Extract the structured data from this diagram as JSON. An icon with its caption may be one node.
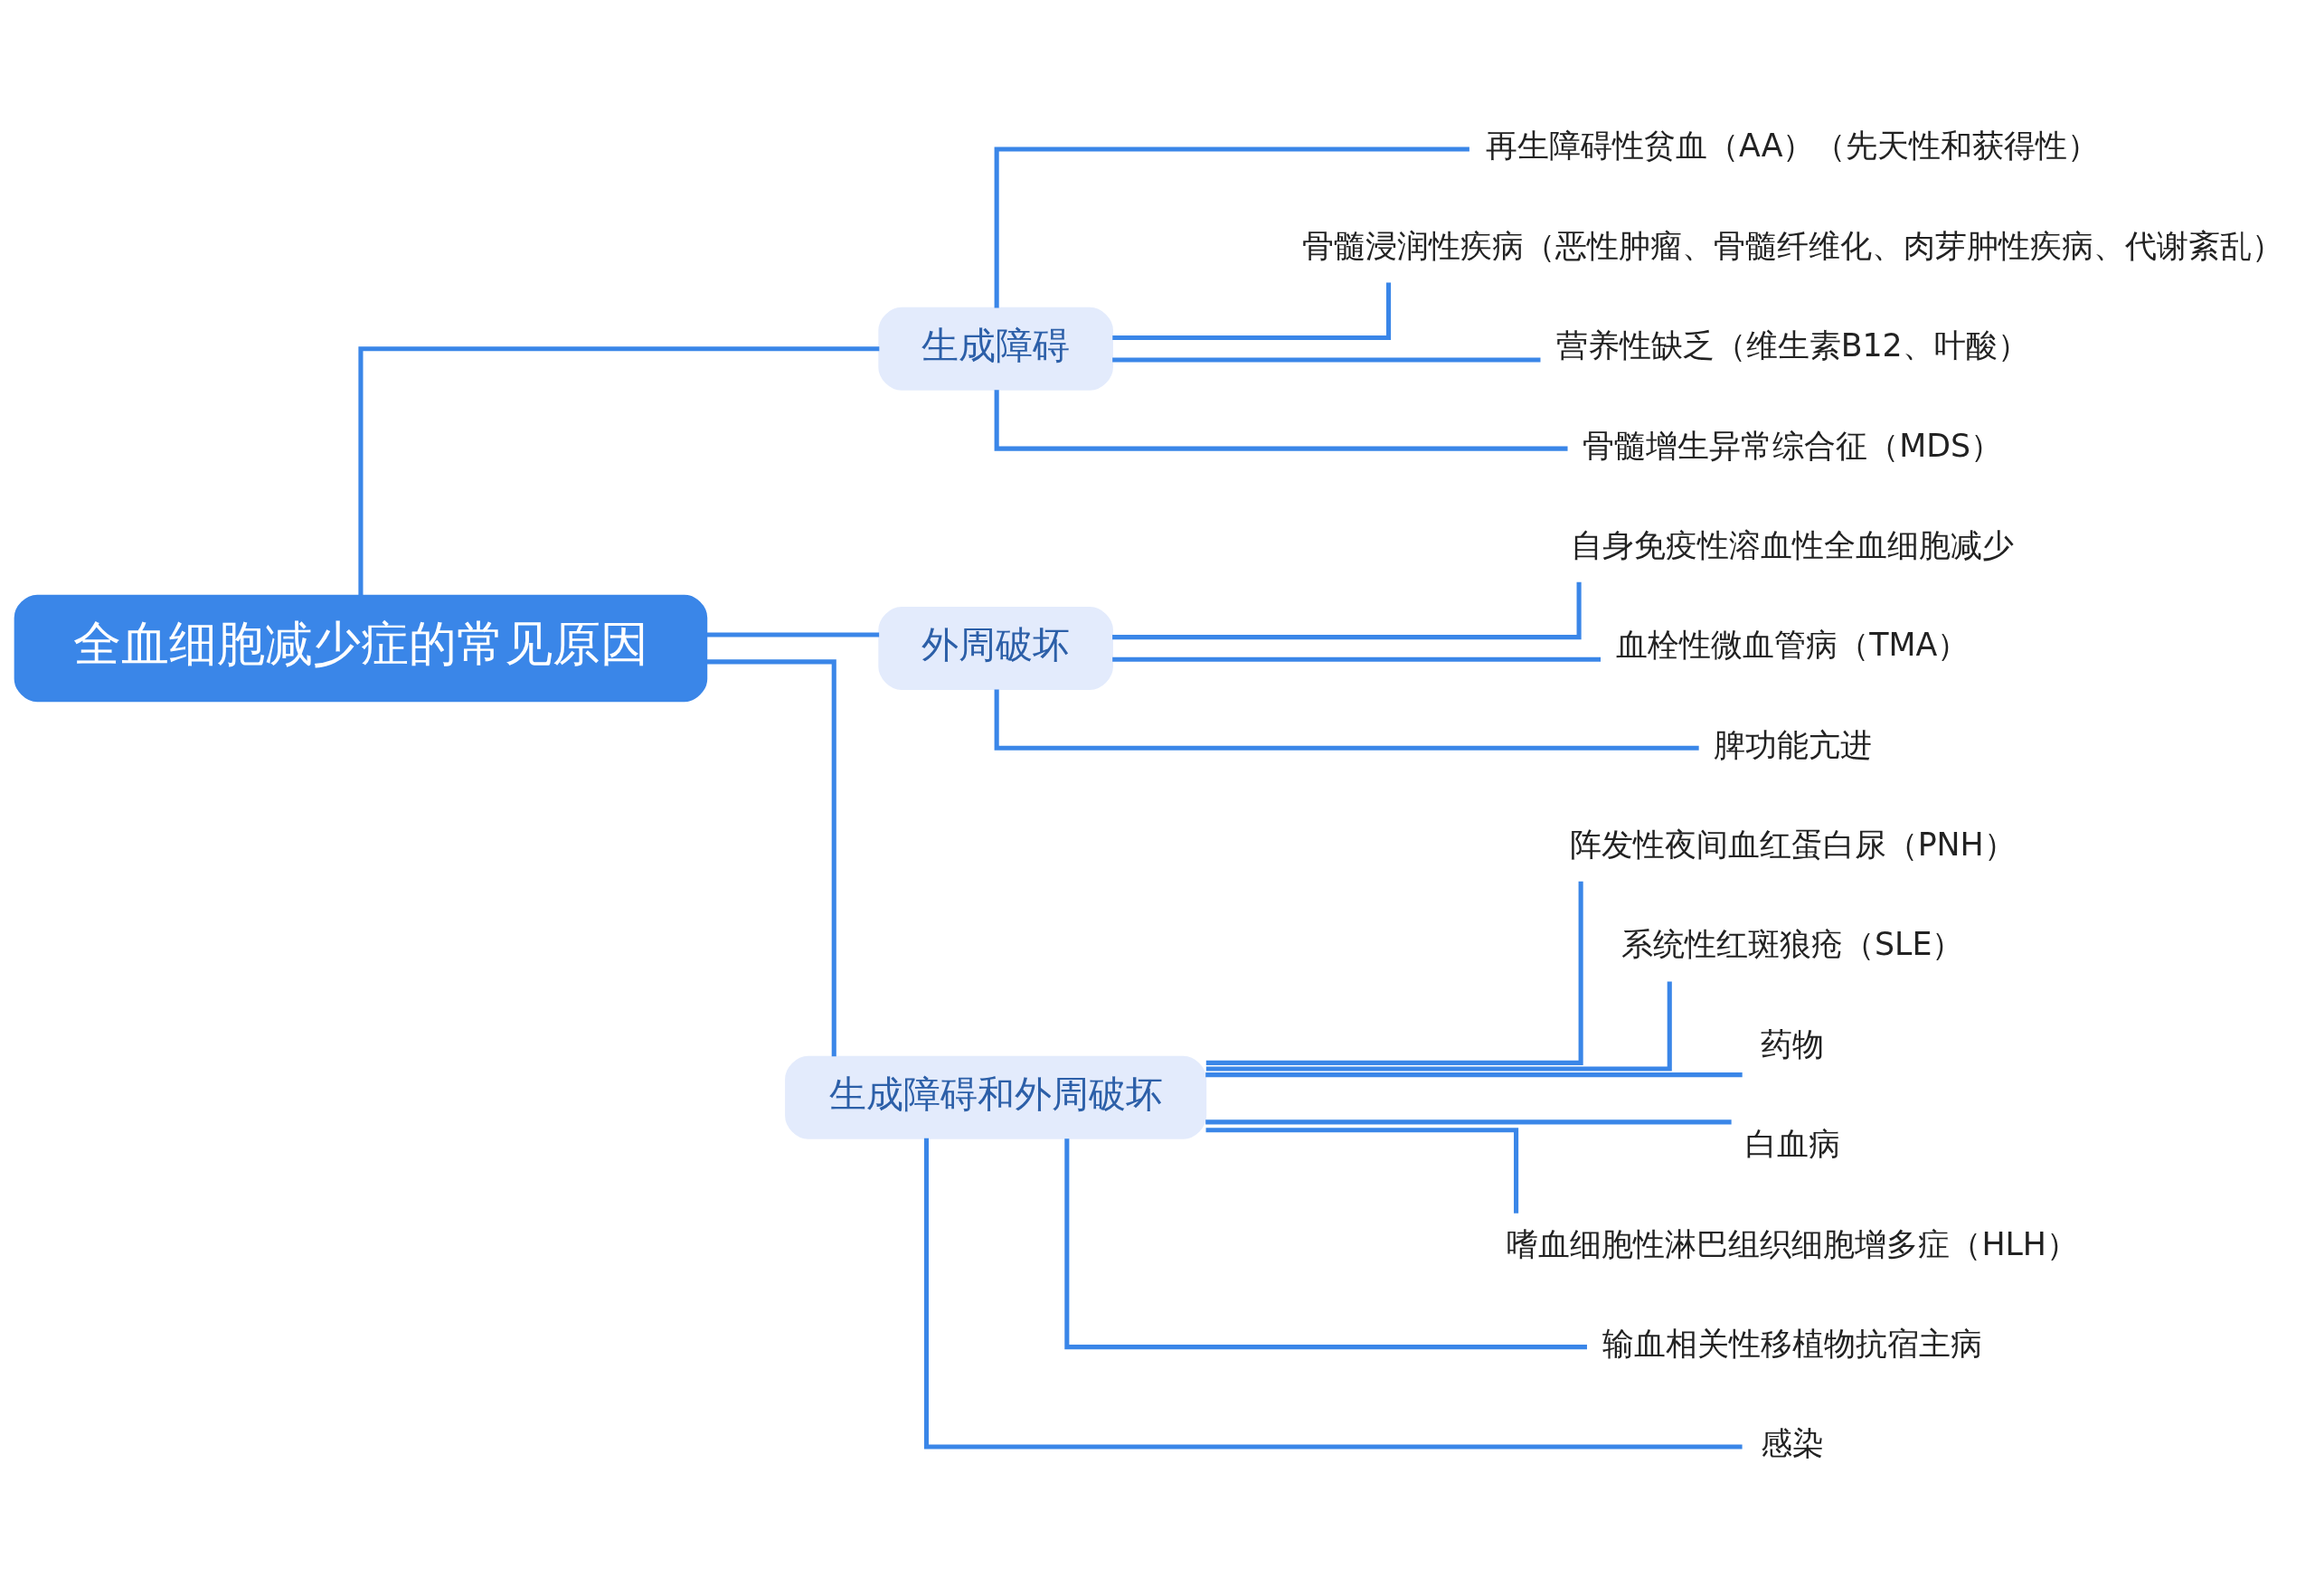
{
  "diagram": {
    "nodes": [
      {
        "text": [
          "全血细胞减少症的常见原因"
        ]
      },
      {
        "text": [
          "生成障碍"
        ]
      },
      {
        "text": [
          "再生障碍性贫血（AA）（先天性和获得性）"
        ]
      },
      {
        "text": [
          "骨髓浸润性疾病（恶性肿瘤、骨髓纤维化、肉芽肿性疾病、代谢紊乱）"
        ]
      },
      {
        "text": [
          "营养性缺乏（维生素B12、叶酸）"
        ]
      },
      {
        "text": [
          "骨髓增生异常综合征（MDS）"
        ]
      },
      {
        "text": [
          "外周破坏"
        ]
      },
      {
        "text": [
          "自身免疫性溶血性全血细胞减少"
        ]
      },
      {
        "text": [
          "血栓性微血管病（TMA）"
        ]
      },
      {
        "text": [
          "脾功能亢进"
        ]
      },
      {
        "text": [
          "生成障碍和外周破坏"
        ]
      },
      {
        "text": [
          "阵发性夜间血红蛋白尿（PNH）"
        ]
      },
      {
        "text": [
          "系统性红斑狼疮（SLE）"
        ]
      },
      {
        "text": [
          "药物"
        ]
      },
      {
        "text": [
          "白血病"
        ]
      },
      {
        "text": [
          "嗜血细胞性淋巴组织细胞增多症（HLH）"
        ]
      },
      {
        "text": [
          "输血相关性移植物抗宿主病"
        ]
      },
      {
        "text": [
          "感染"
        ]
      }
    ],
    "edges": [
      {
        "from": 0,
        "to": 1,
        "arrow": "none"
      },
      {
        "from": 0,
        "to": 6,
        "arrow": "none"
      },
      {
        "from": 0,
        "to": 10,
        "arrow": "none"
      },
      {
        "from": 1,
        "to": 2,
        "arrow": "none"
      },
      {
        "from": 1,
        "to": 3,
        "arrow": "none"
      },
      {
        "from": 1,
        "to": 4,
        "arrow": "none"
      },
      {
        "from": 1,
        "to": 5,
        "arrow": "none"
      },
      {
        "from": 6,
        "to": 7,
        "arrow": "none"
      },
      {
        "from": 6,
        "to": 8,
        "arrow": "none"
      },
      {
        "from": 6,
        "to": 9,
        "arrow": "none"
      },
      {
        "from": 10,
        "to": 11,
        "arrow": "none"
      },
      {
        "from": 10,
        "to": 12,
        "arrow": "none"
      },
      {
        "from": 10,
        "to": 13,
        "arrow": "none"
      },
      {
        "from": 10,
        "to": 14,
        "arrow": "none"
      },
      {
        "from": 10,
        "to": 15,
        "arrow": "none"
      },
      {
        "from": 10,
        "to": 16,
        "arrow": "none"
      },
      {
        "from": 10,
        "to": 17,
        "arrow": "none"
      }
    ]
  }
}
